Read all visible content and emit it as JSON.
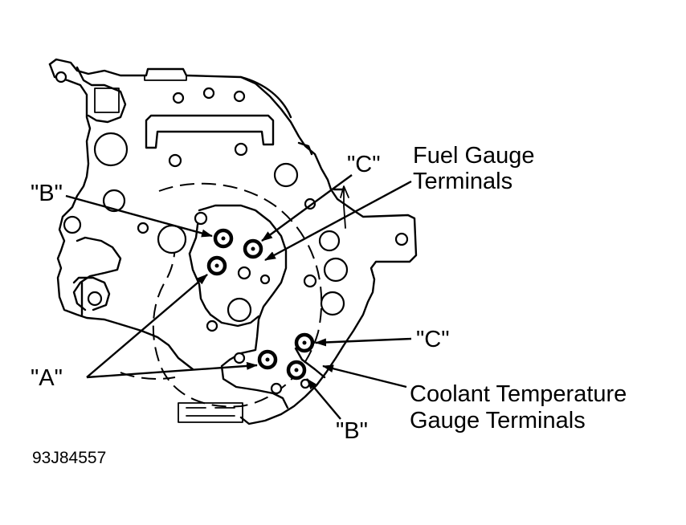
{
  "labels": {
    "fuel_gauge_line1": "Fuel Gauge",
    "fuel_gauge_line2": "Terminals",
    "coolant_line1": "Coolant Temperature",
    "coolant_line2": "Gauge Terminals",
    "c_upper": "\"C\"",
    "c_lower": "\"C\"",
    "b_upper": "\"B\"",
    "b_lower": "\"B\"",
    "a": "\"A\""
  },
  "figure_code": "93J84557"
}
